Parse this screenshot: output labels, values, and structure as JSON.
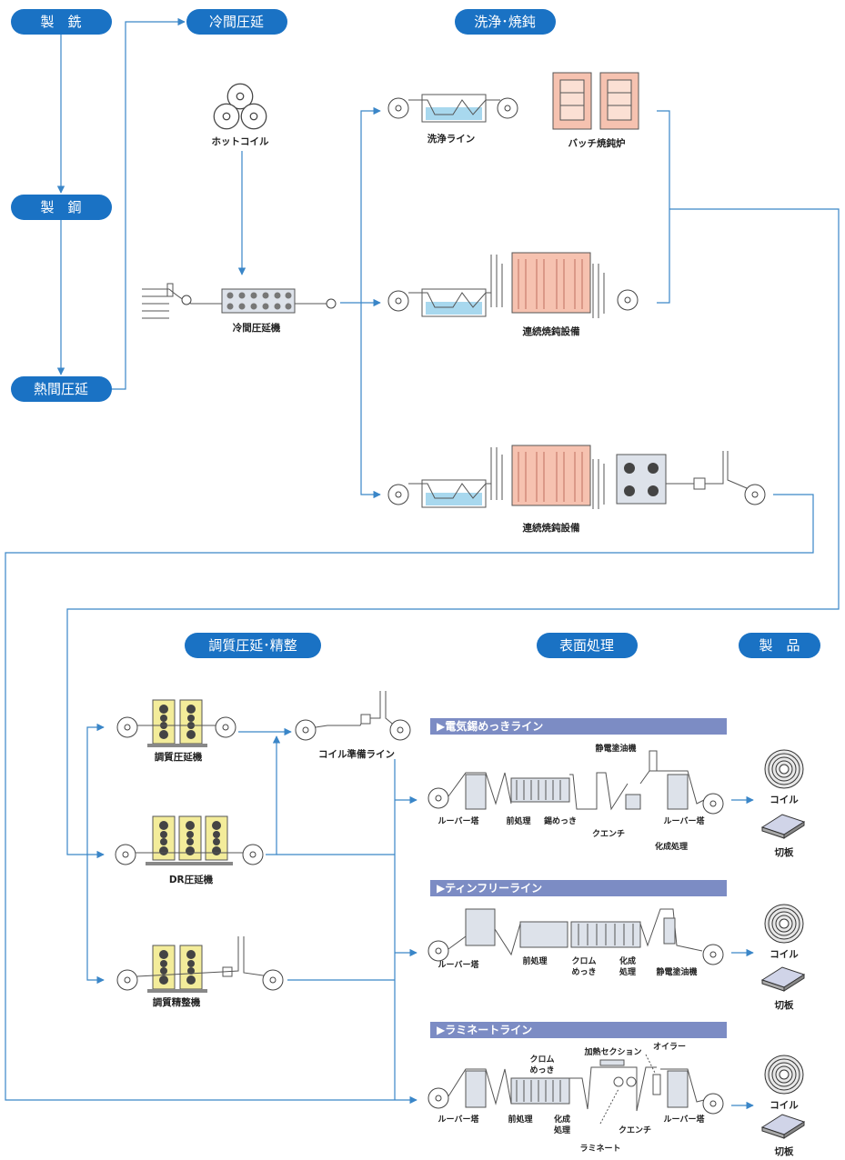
{
  "pills": {
    "seitetsu": "製　銑",
    "seikou": "製　鋼",
    "netsukan": "熱間圧延",
    "reikan": "冷間圧延",
    "senjou": "洗浄･焼鈍",
    "choushitsu": "調質圧延･精整",
    "hyoumen": "表面処理",
    "seihin": "製　品"
  },
  "labels": {
    "hot_coil": "ホットコイル",
    "cold_mill": "冷間圧延機",
    "cleaning_line": "洗浄ライン",
    "batch_furnace": "バッチ焼鈍炉",
    "cont_anneal_1": "連続焼鈍設備",
    "cont_anneal_2": "連続焼鈍設備",
    "temper_mill": "調質圧延機",
    "dr_mill": "DR圧延機",
    "temper_finish": "調質精整機",
    "coil_prep": "コイル準備ライン"
  },
  "lines": {
    "tin": {
      "title": "▶電気錫めっきライン",
      "looper1": "ルーバー塔",
      "pretreat": "前処理",
      "plating": "錫めっき",
      "quench": "クエンチ",
      "electrostatic": "静電塗油機",
      "chem": "化成処理",
      "looper2": "ルーバー塔"
    },
    "tfs": {
      "title": "▶ティンフリーライン",
      "looper1": "ルーバー塔",
      "pretreat": "前処理",
      "chrome1": "クロム",
      "chrome2": "めっき",
      "chem1": "化成",
      "chem2": "処理",
      "electrostatic": "静電塗油機"
    },
    "laminate": {
      "title": "▶ラミネートライン",
      "looper1": "ルーバー塔",
      "chrome1": "クロム",
      "chrome2": "めっき",
      "pretreat": "前処理",
      "chem1": "化成",
      "chem2": "処理",
      "heating": "加熱セクション",
      "oiler": "オイラー",
      "quench": "クエンチ",
      "laminate": "ラミネート",
      "looper2": "ルーバー塔"
    }
  },
  "products": {
    "coil_1": "コイル",
    "sheet_1": "切板",
    "coil_2": "コイル",
    "sheet_2": "切板",
    "coil_3": "コイル",
    "sheet_3": "切板"
  },
  "colors": {
    "pill": "#1a72c4",
    "flow": "#3a86c8",
    "band": "#7c8cc4",
    "furnace": "#f6c2b0",
    "stand": "#f3ec9a",
    "water": "#a8d8ee"
  }
}
